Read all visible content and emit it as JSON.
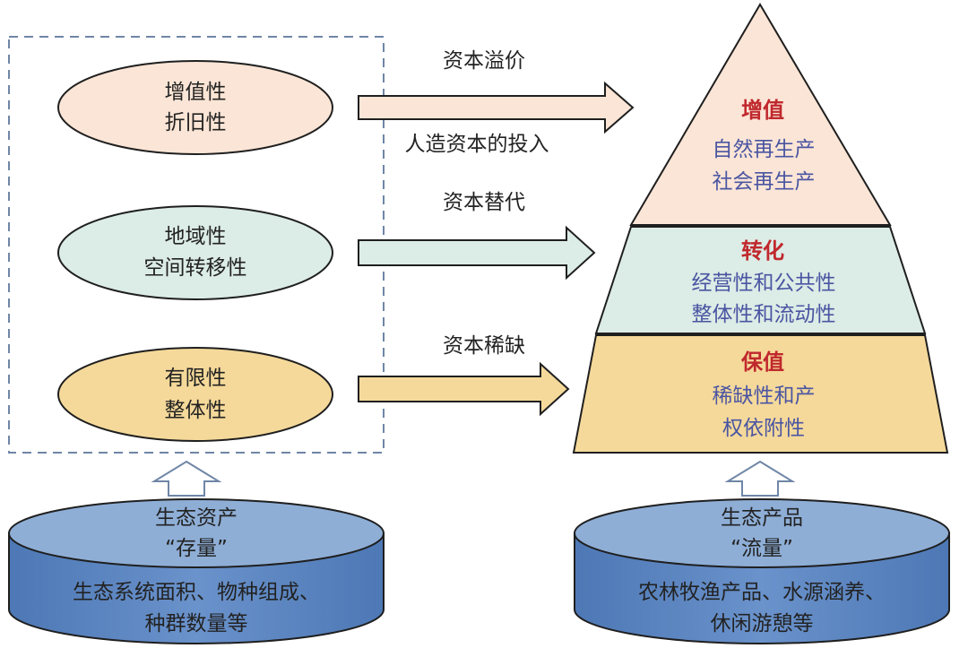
{
  "left_attributes": [
    {
      "line1": "增值性",
      "line2": "折旧性",
      "color": "#fbe5d6"
    },
    {
      "line1": "地域性",
      "line2": "空间转移性",
      "color": "#dcece6"
    },
    {
      "line1": "有限性",
      "line2": "整体性",
      "color": "#f5d99a"
    }
  ],
  "arrows": {
    "top_above": "资本溢价",
    "top_below": "人造资本的投入",
    "middle_above": "资本替代",
    "bottom_above": "资本稀缺"
  },
  "pyramid": {
    "top": {
      "title": "增值",
      "line1": "自然再生产",
      "line2": "社会再生产",
      "color": "#fbe5d6"
    },
    "middle": {
      "title": "转化",
      "line1": "经营性和公共性",
      "line2": "整体性和流动性",
      "color": "#dcece6"
    },
    "bottom": {
      "title": "保值",
      "line1": "稀缺性和产",
      "line2": "权依附性",
      "color": "#f5d99a"
    }
  },
  "left_cylinder": {
    "title": "生态资产",
    "subtitle": "“存量”",
    "line1": "生态系统面积、物种组成、",
    "line2": "种群数量等"
  },
  "right_cylinder": {
    "title": "生态产品",
    "subtitle": "“流量”",
    "line1": "农林牧渔产品、水源涵养、",
    "line2": "休闲游憩等"
  },
  "colors": {
    "cylinder_top": "#8eaed6",
    "cylinder_body": "#5b84c0",
    "outline": "#1f1f1f",
    "dashed_box": "#6f86a6",
    "title_red": "#c0282d",
    "text_blue": "#4a55a2"
  }
}
